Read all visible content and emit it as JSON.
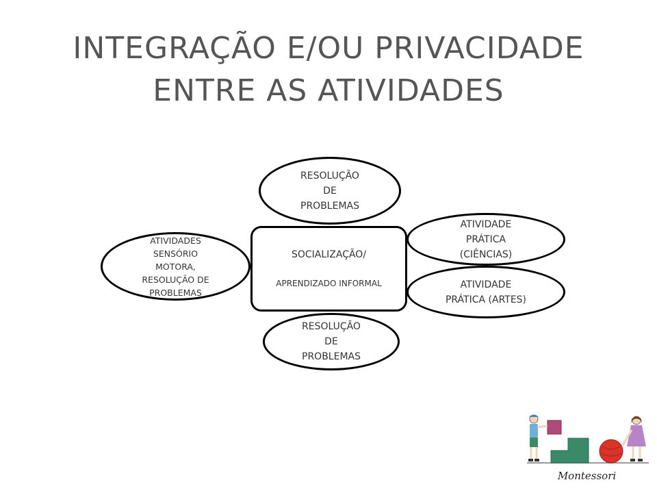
{
  "title": {
    "line1": "INTEGRAÇÃO E/OU PRIVACIDADE",
    "line2": "ENTRE AS ATIVIDADES"
  },
  "diagram": {
    "center": {
      "line1": "SOCIALIZAÇÃO/",
      "line2": "APRENDIZADO  INFORMAL"
    },
    "top": "RESOLUÇÃO\nDE\nPROBLEMAS",
    "bottom": "RESOLUÇÃO\nDE\nPROBLEMAS",
    "left": "ATIVIDADES\nSENSÓRIO\nMOTORA,\nRESOLUÇÃO DE\nPROBLEMAS",
    "right_top": "ATIVIDADE\nPRÁTICA\n(CIÊNCIAS)",
    "right_bottom": "ATIVIDADE\nPRÁTICA (ARTES)"
  },
  "logo": {
    "caption": "Montessori",
    "icon": "montessori-children-blocks-logo",
    "colors": {
      "square": "#b04a78",
      "ball": "#d9332a",
      "step": "#3a8a6a",
      "ground": "#9a9a9a"
    }
  }
}
